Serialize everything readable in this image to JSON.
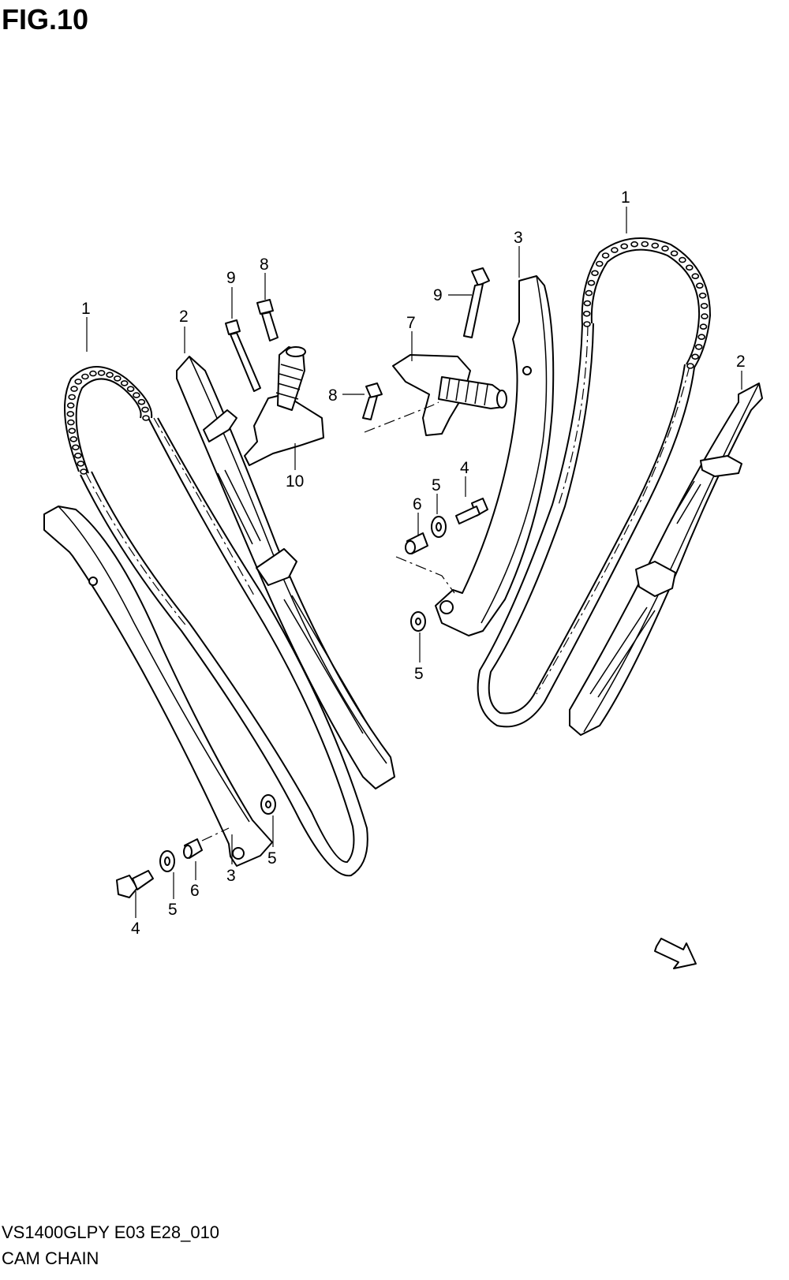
{
  "figure": {
    "title": "FIG.10",
    "model_code": "VS1400GLPY E03 E28_010",
    "name": "CAM CHAIN",
    "direction_label": "FWD"
  },
  "callouts": {
    "left_chain": "1",
    "left_guide": "2",
    "left_tensioner": "3",
    "left_bolt": "4",
    "left_washer_a": "5",
    "left_washer_b": "5",
    "left_spacer": "6",
    "left_bolt_8": "8",
    "left_bolt_9": "9",
    "left_adjuster": "10",
    "right_chain": "1",
    "right_guide": "2",
    "right_tensioner": "3",
    "right_bolt": "4",
    "right_washer_a": "5",
    "right_washer_b": "5",
    "right_spacer": "6",
    "right_adjuster": "7",
    "right_bolt_8": "8",
    "right_bolt_9": "9"
  }
}
